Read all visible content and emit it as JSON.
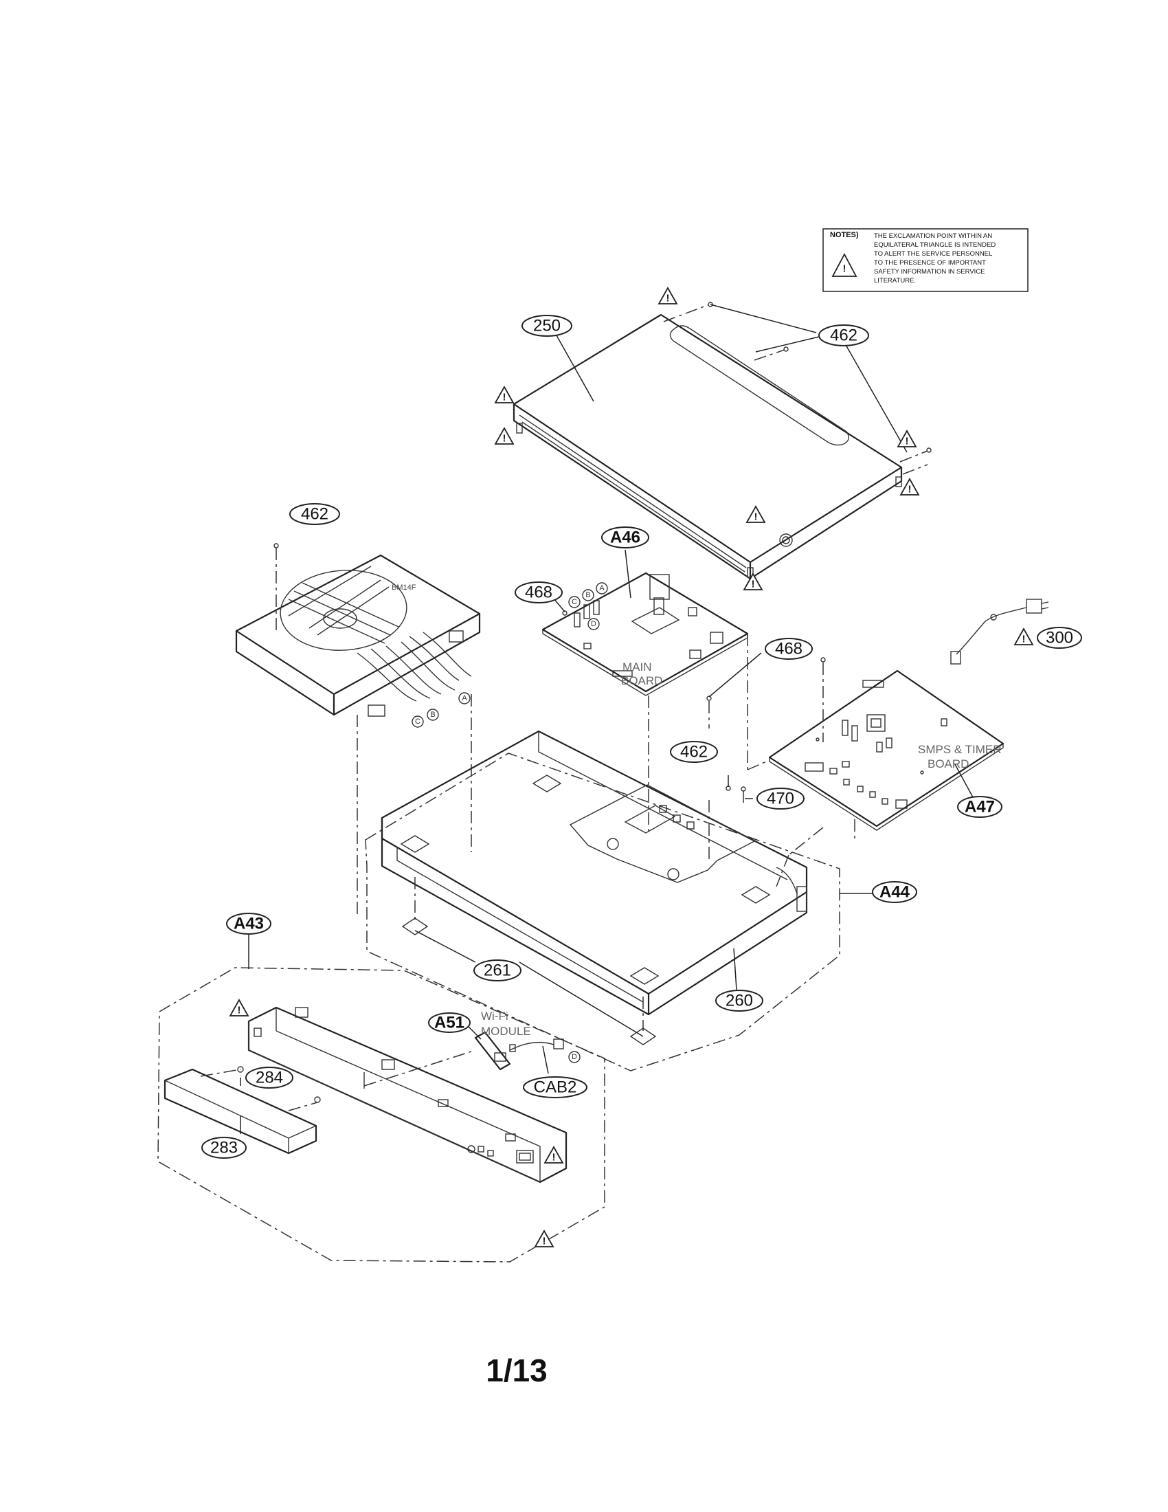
{
  "notes": {
    "heading": "NOTES)",
    "lines": [
      "THE EXCLAMATION POINT WITHIN AN",
      "EQUILATERAL TRIANGLE IS INTENDED",
      "TO ALERT THE SERVICE PERSONNEL",
      "TO THE PRESENCE OF IMPORTANT",
      "SAFETY INFORMATION IN SERVICE",
      "LITERATURE."
    ]
  },
  "callouts": {
    "c250": "250",
    "c462_top": "462",
    "c462_left": "462",
    "c462_mid": "462",
    "cA46": "A46",
    "c468_left": "468",
    "c468_right": "468",
    "c300": "300",
    "c470": "470",
    "cA47": "A47",
    "cA44": "A44",
    "cA43": "A43",
    "c261": "261",
    "c260": "260",
    "cA51": "A51",
    "cCAB2": "CAB2",
    "c284": "284",
    "c283": "283"
  },
  "labels": {
    "main_board_1": "MAIN",
    "main_board_2": "BOARD",
    "smps_1": "SMPS & TIMER",
    "smps_2": "BOARD",
    "wifi_1": "Wi-Fi",
    "wifi_2": "MODULE",
    "loader": "BM14F"
  },
  "connector_letters": {
    "a": "A",
    "b": "B",
    "c": "C",
    "d": "D"
  },
  "page_number": "1/13"
}
